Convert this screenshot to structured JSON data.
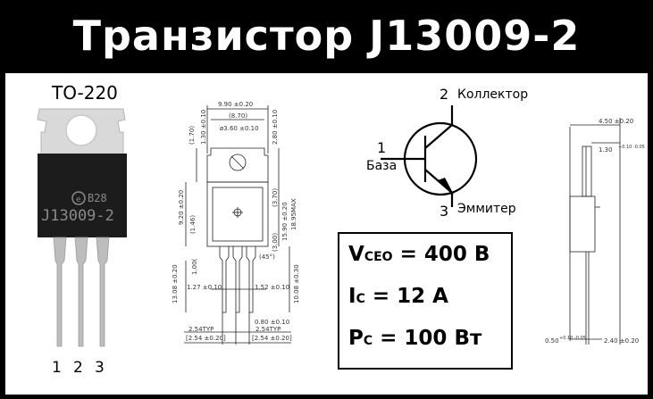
{
  "title": "Транзистор J13009-2",
  "package": {
    "name": "TO-220",
    "marking_logo": "B28",
    "marking_part": "J13009-2",
    "pins": [
      "1",
      "2",
      "3"
    ]
  },
  "symbol": {
    "pin_collector": "2",
    "label_collector": "Коллектор",
    "pin_base": "1",
    "label_base": "База",
    "pin_emitter": "3",
    "label_emitter": "Эммитер"
  },
  "specs": {
    "vceo": {
      "symbol": "V",
      "sub": "CEO",
      "value": " = 400 В"
    },
    "ic": {
      "symbol": "I",
      "sub": "C",
      "value": " = 12 А"
    },
    "pc": {
      "symbol": "P",
      "sub": "C",
      "value": " = 100 Вт"
    }
  },
  "front_drawing_dims": {
    "width_total": "9.90 ±0.20",
    "width_inner": "(8.70)",
    "hole": "ø3.60 ±0.10",
    "top_170": "(1.70)",
    "tab_130": "1.30 ±0.10",
    "tab_280": "2.80 ±0.10",
    "h_370": "(3.70)",
    "h_920": "9.20 ±0.20",
    "h_146": "(1.46)",
    "h_1590": "15.90 ±0.20",
    "h_1895": "18.95MAX",
    "h_300": "(3.00)",
    "angle": "(45°)",
    "h_100": "1.00(",
    "h_1308": "13.08 ±0.20",
    "h_1008": "10.08 ±0.30",
    "lead_127": "1.27 ±0.10",
    "lead_152": "1.52 ±0.10",
    "lead_080": "0.80 ±0.10",
    "pitch_typ_1": "2.54TYP",
    "pitch_1": "[2.54 ±0.20]",
    "pitch_typ_2": "2.54TYP",
    "pitch_2": "[2.54 ±0.20]"
  },
  "side_drawing_dims": {
    "w_450": "4.50 ±0.20",
    "w_130": "1.30",
    "tol_130": "+0.10 -0.05",
    "lead_050": "0.50",
    "tol_050": "+0.10 -0.05",
    "lead_240": "2.40 ±0.20"
  },
  "colors": {
    "header_bg": "#000000",
    "header_text": "#ffffff",
    "tab_metal": "#d9d9d9",
    "body_dark": "#1c1c1c",
    "leads": "#bdbdbd"
  }
}
